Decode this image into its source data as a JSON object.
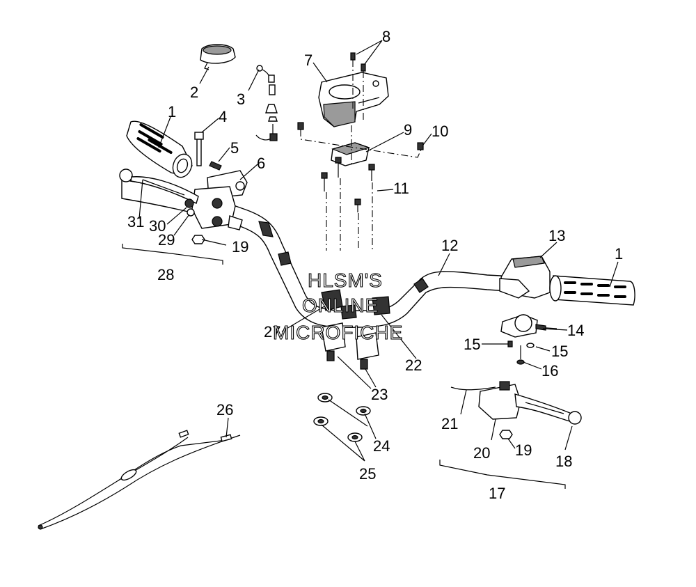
{
  "callouts": [
    {
      "id": "c1a",
      "label": "1"
    },
    {
      "id": "c2",
      "label": "2"
    },
    {
      "id": "c3",
      "label": "3"
    },
    {
      "id": "c4",
      "label": "4"
    },
    {
      "id": "c5",
      "label": "5"
    },
    {
      "id": "c6",
      "label": "6"
    },
    {
      "id": "c7",
      "label": "7"
    },
    {
      "id": "c8",
      "label": "8"
    },
    {
      "id": "c9",
      "label": "9"
    },
    {
      "id": "c10",
      "label": "10"
    },
    {
      "id": "c11",
      "label": "11"
    },
    {
      "id": "c12",
      "label": "12"
    },
    {
      "id": "c13",
      "label": "13"
    },
    {
      "id": "c1b",
      "label": "1"
    },
    {
      "id": "c14",
      "label": "14"
    },
    {
      "id": "c15a",
      "label": "15"
    },
    {
      "id": "c15b",
      "label": "15"
    },
    {
      "id": "c16",
      "label": "16"
    },
    {
      "id": "c17",
      "label": "17"
    },
    {
      "id": "c18",
      "label": "18"
    },
    {
      "id": "c19a",
      "label": "19"
    },
    {
      "id": "c19b",
      "label": "19"
    },
    {
      "id": "c20",
      "label": "20"
    },
    {
      "id": "c21",
      "label": "21"
    },
    {
      "id": "c22",
      "label": "22"
    },
    {
      "id": "c23",
      "label": "23"
    },
    {
      "id": "c24",
      "label": "24"
    },
    {
      "id": "c25",
      "label": "25"
    },
    {
      "id": "c26",
      "label": "26"
    },
    {
      "id": "c27",
      "label": "27"
    },
    {
      "id": "c28",
      "label": "28"
    },
    {
      "id": "c29",
      "label": "29"
    },
    {
      "id": "c30",
      "label": "30"
    },
    {
      "id": "c31",
      "label": "31"
    }
  ],
  "watermark": {
    "line1": "HLSM'S",
    "line2": "ONLINE",
    "line3": "MICROFICHE"
  }
}
